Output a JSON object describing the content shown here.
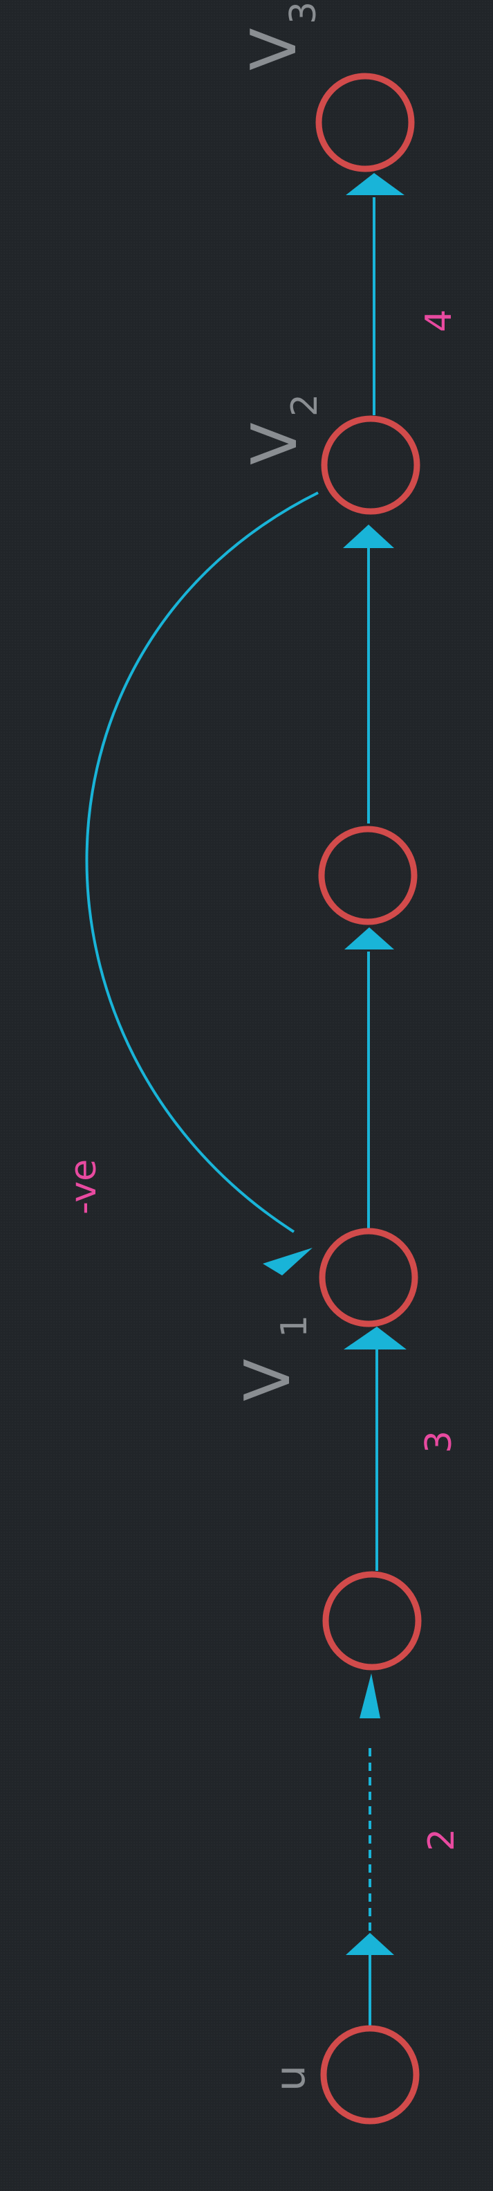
{
  "nodes": {
    "u": {
      "label": "u"
    },
    "v1": {
      "label": "V",
      "sub": "1"
    },
    "v2": {
      "label": "V",
      "sub": "2"
    },
    "v3": {
      "label": "V",
      "sub": "3"
    }
  },
  "edges": {
    "u_path_weight": "2",
    "to_v1_weight": "3",
    "v2_v3_weight": "4",
    "back_edge_weight": "-ve"
  },
  "colors": {
    "background": "#212529",
    "node_stroke": "#d24b4b",
    "edge": "#19b4d8",
    "label": "#8a8e92",
    "weight": "#e84aa0"
  }
}
